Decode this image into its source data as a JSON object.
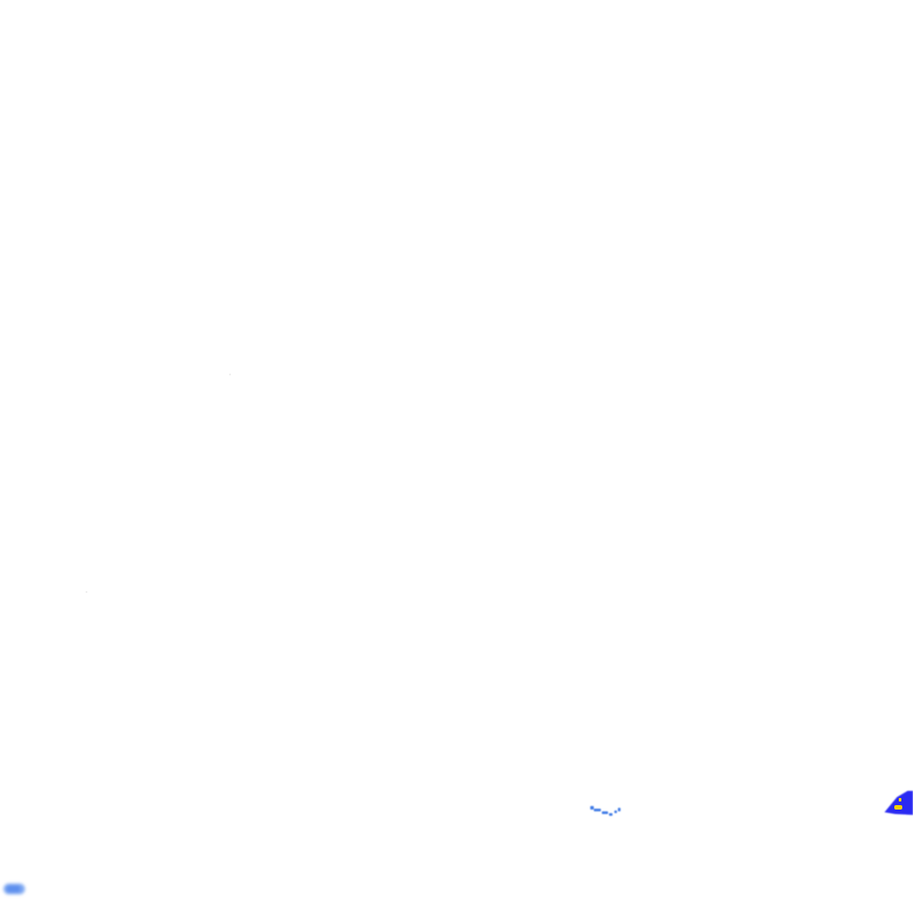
{
  "colors": {
    "background": "#ffffff",
    "speck_light_blue": "#7ea8f2",
    "speck_medium_blue": "#3f7ae6",
    "blob_deep_blue": "#2b2bf2",
    "highlight_yellow": "#f5d000",
    "faint_gray": "#e6e6e6"
  },
  "regions": [
    {
      "name": "left-speck",
      "kind": "light-blue speck"
    },
    {
      "name": "middle-dashes",
      "kind": "blue dashed mark"
    },
    {
      "name": "right-blob",
      "kind": "deep-blue blob with yellow highlight"
    },
    {
      "name": "faint-dot-1",
      "kind": "very faint dot"
    },
    {
      "name": "faint-dot-2",
      "kind": "very faint dot"
    }
  ]
}
